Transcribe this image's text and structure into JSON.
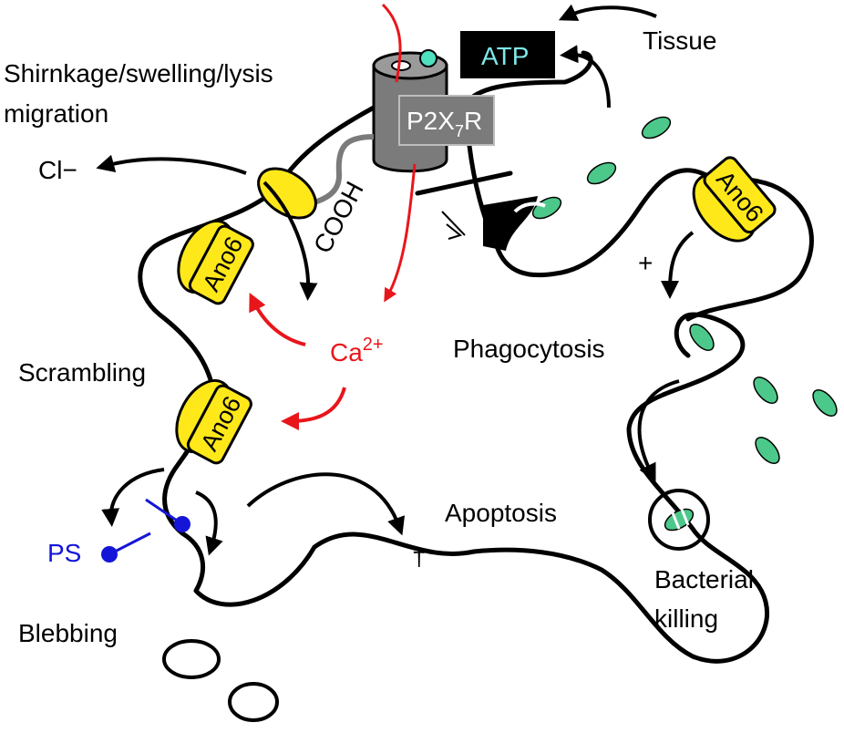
{
  "labels": {
    "shrinkage": "Shirnkage/swelling/lysis",
    "migration": "migration",
    "chloride": "Cl−",
    "atp": "ATP",
    "tissue": "Tissue",
    "receptor_base": "P2X",
    "receptor_sub": "7",
    "receptor_end": "R",
    "cooh": "COOH",
    "ano6": "Ano6",
    "calcium_base": "Ca",
    "calcium_sup": "2+",
    "plus": "+",
    "phagocytosis": "Phagocytosis",
    "scrambling": "Scrambling",
    "ps": "PS",
    "apoptosis": "Apoptosis",
    "dagger": "†",
    "bacterial": "Bacterial",
    "killing": "killing",
    "blebbing": "Blebbing"
  },
  "colors": {
    "ano6_fill": "#ffe81a",
    "receptor_fill": "#7b7b7b",
    "bacteria_fill": "#4cc98a",
    "calcium_red": "#e8161b",
    "ps_blue": "#1515d8",
    "atp_text": "#7fe8e8"
  }
}
